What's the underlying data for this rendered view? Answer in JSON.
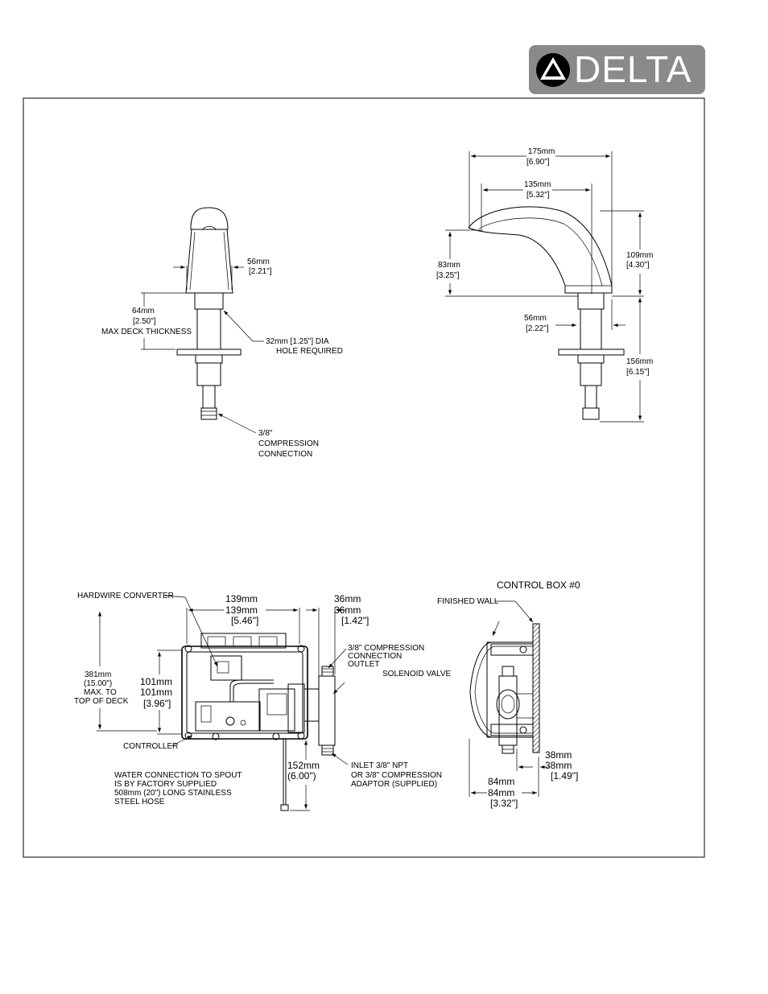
{
  "brand": {
    "name": "DELTA"
  },
  "colors": {
    "logo_bg": "#8a8a8a",
    "line": "#000000"
  },
  "faucet_front": {
    "width_mm": "56mm",
    "width_in": "[2.21\"]",
    "deck_mm": "64mm",
    "deck_in": "[2.50\"]",
    "deck_label": "MAX DECK THICKNESS",
    "hole_line1": "32mm [1.25\"] DIA",
    "hole_line2": "HOLE REQUIRED",
    "comp_line1": "3/8\"",
    "comp_line2": "COMPRESSION",
    "comp_line3": "CONNECTION"
  },
  "faucet_side": {
    "reach_mm": "175mm",
    "reach_in": "[6.90\"]",
    "inner_mm": "135mm",
    "inner_in": "[5.32\"]",
    "spout_h_mm": "83mm",
    "spout_h_in": "[3.25\"]",
    "total_h_mm": "109mm",
    "total_h_in": "[4.30\"]",
    "base_mm": "56mm",
    "base_in": "[2.22\"]",
    "below_mm": "156mm",
    "below_in": "[6.15\"]"
  },
  "control_front": {
    "hardwire": "HARDWIRE CONVERTER",
    "w_mm1": "139mm",
    "w_mm2": "139mm",
    "w_in": "[5.46\"]",
    "d_mm1": "36mm",
    "d_mm2": "36mm",
    "d_in": "[1.42\"]",
    "outlet_line1": "3/8\" COMPRESSION",
    "outlet_line2": "CONNECTION",
    "outlet_line3": "OUTLET",
    "solenoid": "SOLENOID VALVE",
    "max_mm": "381mm",
    "max_in": "(15.00\")",
    "max_l3": "MAX. TO",
    "max_l4": "TOP OF DECK",
    "h_mm1": "101mm",
    "h_mm2": "101mm",
    "h_in": "[3.96\"]",
    "controller": "CONTROLLER",
    "hose_mm": "152mm",
    "hose_in": "(6.00\")",
    "inlet_line1": "INLET 3/8\" NPT",
    "inlet_line2": "OR 3/8\" COMPRESSION",
    "inlet_line3": "ADAPTOR (SUPPLIED)",
    "note_l1": "WATER CONNECTION TO SPOUT",
    "note_l2": "IS BY FACTORY SUPPLIED",
    "note_l3": "508mm (20\") LONG STAINLESS",
    "note_l4": "STEEL HOSE"
  },
  "control_side": {
    "title": "CONTROL BOX #0",
    "wall": "FINISHED WALL",
    "depth_mm1": "38mm",
    "depth_mm2": "38mm",
    "depth_in": "[1.49\"]",
    "w_mm1": "84mm",
    "w_mm2": "84mm",
    "w_in": "[3.32\"]"
  }
}
